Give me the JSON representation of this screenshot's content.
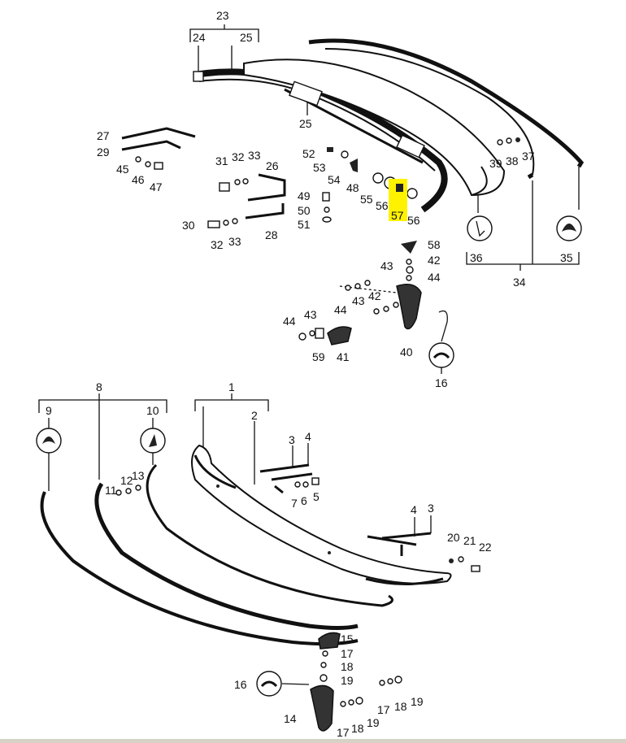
{
  "highlight_color": "#fff200",
  "callouts": {
    "c1": "1",
    "c2": "2",
    "c3a": "3",
    "c4a": "4",
    "c5": "5",
    "c6": "6",
    "c7": "7",
    "c8": "8",
    "c9": "9",
    "c10": "10",
    "c11": "11",
    "c12": "12",
    "c13": "13",
    "c3b": "3",
    "c4b": "4",
    "c14": "14",
    "c15": "15",
    "c16a": "16",
    "c17a": "17",
    "c18a": "18",
    "c19a": "19",
    "c17b": "17",
    "c18b": "18",
    "c19b": "19",
    "c17c": "17",
    "c18c": "18",
    "c19c": "19",
    "c20": "20",
    "c21": "21",
    "c22": "22",
    "c23": "23",
    "c24": "24",
    "c25a": "25",
    "c25b": "25",
    "c26": "26",
    "c27": "27",
    "c28": "28",
    "c29": "29",
    "c30": "30",
    "c31": "31",
    "c32a": "32",
    "c33a": "33",
    "c32b": "32",
    "c33b": "33",
    "c34": "34",
    "c35": "35",
    "c36": "36",
    "c37": "37",
    "c38": "38",
    "c39": "39",
    "c40": "40",
    "c41": "41",
    "c42a": "42",
    "c43a": "43",
    "c44a": "44",
    "c42b": "42",
    "c43b": "43",
    "c44b": "44",
    "c44c": "44",
    "c43c": "43",
    "c45": "45",
    "c46": "46",
    "c47": "47",
    "c48": "48",
    "c49": "49",
    "c50": "50",
    "c51": "51",
    "c52": "52",
    "c53": "53",
    "c54": "54",
    "c55": "55",
    "c56a": "56",
    "c56b": "56",
    "c57": "57",
    "c58": "58",
    "c59": "59",
    "c16b": "16"
  }
}
